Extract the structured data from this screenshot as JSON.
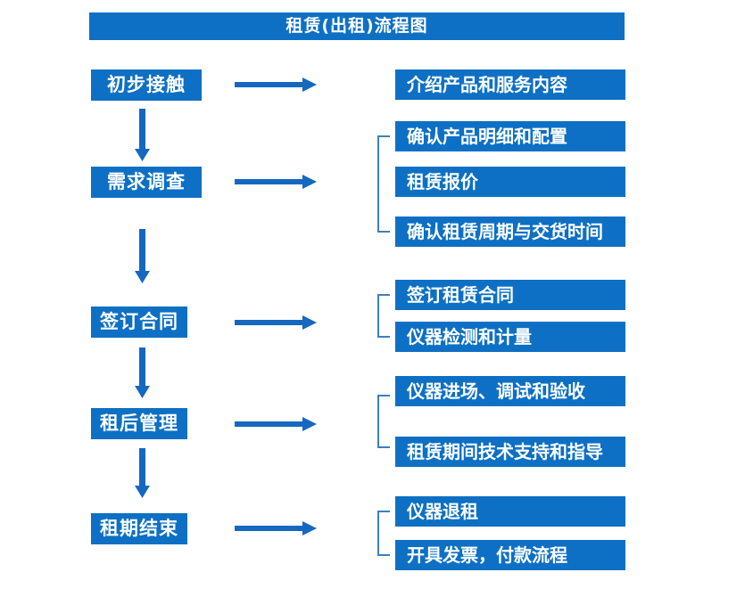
{
  "title": "租赁(出租)流程图",
  "colors": {
    "box_blue": "#0d70c4",
    "arrow_blue": "#1568c0",
    "bracket_blue": "#3c7fc0",
    "text_white": "#ffffff"
  },
  "steps": [
    {
      "label": "初步接触",
      "outputs": [
        "介绍产品和服务内容"
      ]
    },
    {
      "label": "需求调查",
      "outputs": [
        "确认产品明细和配置",
        "租赁报价",
        "确认租赁周期与交货时间"
      ]
    },
    {
      "label": "签订合同",
      "outputs": [
        "签订租赁合同",
        "仪器检测和计量"
      ]
    },
    {
      "label": "租后管理",
      "outputs": [
        "仪器进场、调试和验收",
        "租赁期间技术支持和指导"
      ]
    },
    {
      "label": "租期结束",
      "outputs": [
        "仪器退租",
        "开具发票，付款流程"
      ]
    }
  ]
}
